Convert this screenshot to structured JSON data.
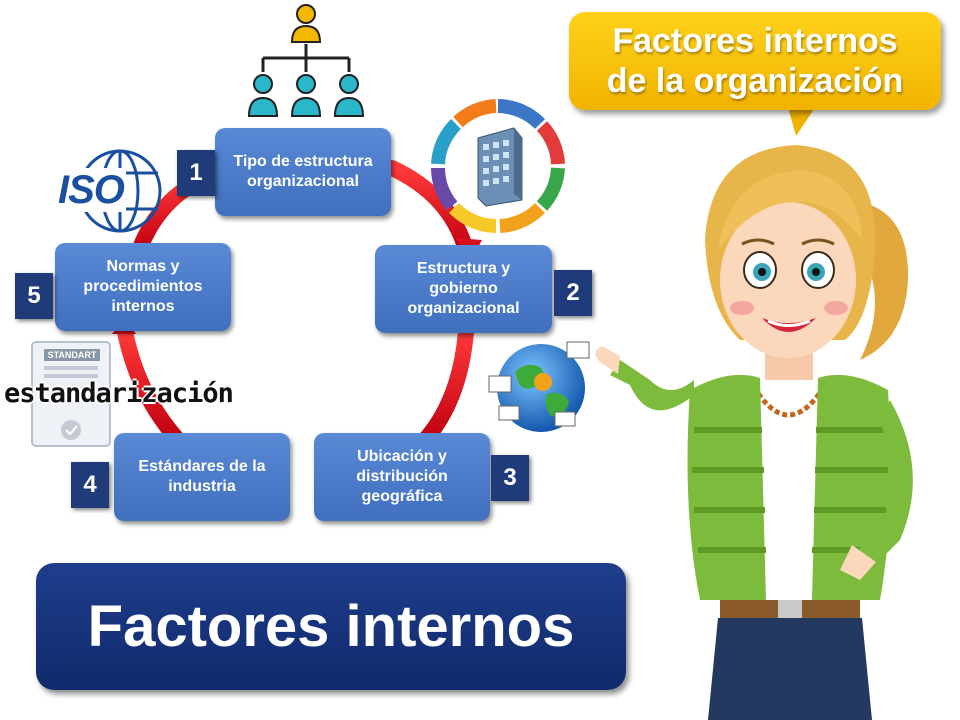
{
  "bubble": {
    "text": "Factores internos\nde la organización"
  },
  "bottom_title": "Factores internos",
  "iso_label": "ISO",
  "standart_label": "STANDART",
  "estandarizacion_label": "estandarización",
  "steps": [
    {
      "number": "1",
      "label": "Tipo de estructura\norganizacional"
    },
    {
      "number": "2",
      "label": "Estructura y\ngobierno\norganizacional"
    },
    {
      "number": "3",
      "label": "Ubicación y\ndistribución\ngeográfica"
    },
    {
      "number": "4",
      "label": "Estándares de la\nindustria"
    },
    {
      "number": "5",
      "label": "Normas y\nprocedimientos\ninternos"
    }
  ],
  "colors": {
    "box": "#4a7bcc",
    "number_badge": "#1f3b7a",
    "bubble": "#f7c000",
    "cycle_arrow": "#e8141b",
    "title_bar": "#15327a"
  }
}
